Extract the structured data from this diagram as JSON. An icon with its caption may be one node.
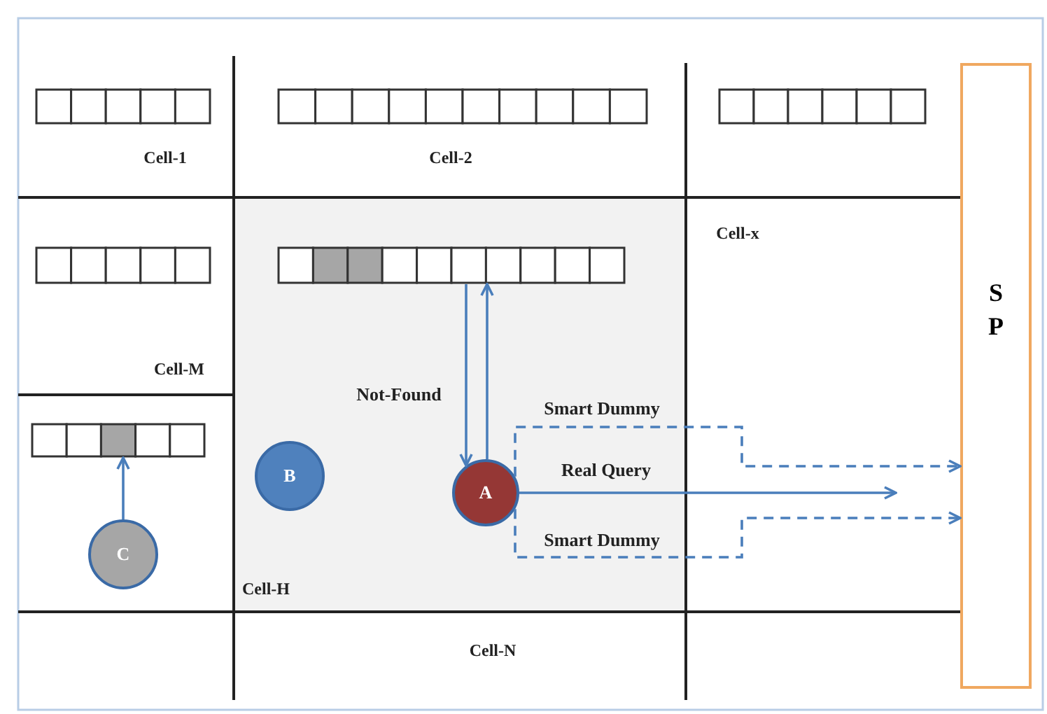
{
  "diagram": {
    "nodes": [
      {
        "text": [],
        "shape": "bar"
      },
      {
        "text": [],
        "shape": "bar"
      },
      {
        "text": [],
        "shape": "bar"
      },
      {
        "text": [
          "S P"
        ]
      },
      {
        "text": [],
        "shape": "bar"
      },
      {
        "text": [],
        "shape": "bar"
      },
      {
        "text": [],
        "shape": "bar"
      },
      {
        "text": [
          "B"
        ]
      },
      {
        "text": [
          "A"
        ]
      },
      {
        "text": [
          "C"
        ]
      }
    ],
    "edges": [
      {
        "from": 5,
        "to": 8,
        "arrow": "to",
        "label": "Not-Found"
      },
      {
        "from": 8,
        "to": 5,
        "arrow": "to"
      },
      {
        "from": 8,
        "to": null,
        "arrow": "to",
        "label": "Real Query"
      },
      {
        "from": 8,
        "to": 3,
        "arrow": "to",
        "style": "dashed",
        "label": "Smart Dummy"
      },
      {
        "from": 8,
        "to": 3,
        "arrow": "to",
        "style": "dashed",
        "label": "Smart Dummy"
      },
      {
        "from": 9,
        "to": 6,
        "arrow": "to"
      }
    ],
    "labels": [
      "Cell-1",
      "Cell-2",
      "Cell-x",
      "Cell-M",
      "Cell-H",
      "Cell-N"
    ]
  }
}
